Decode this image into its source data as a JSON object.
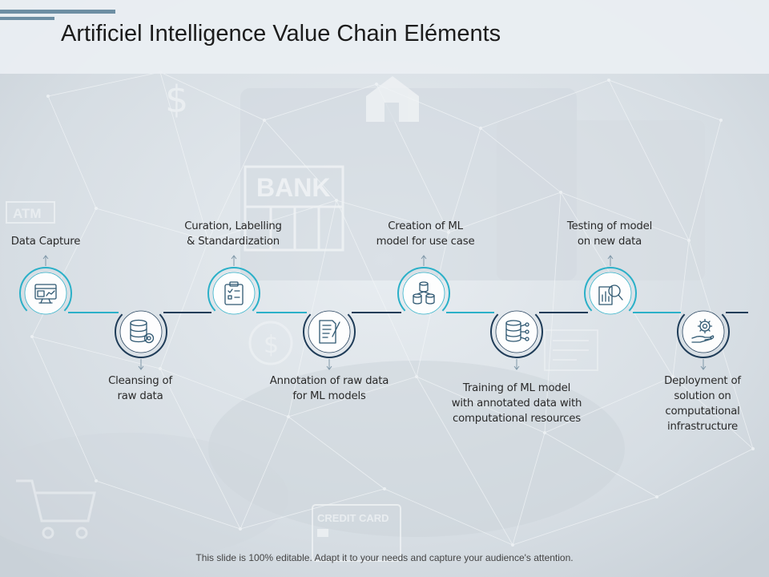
{
  "title": "Artificiel Intelligence Value Chain Eléments",
  "footer": "This slide is 100% editable. Adapt it to your needs and capture your audience's attention.",
  "steps": [
    {
      "lines": [
        "Data Capture"
      ],
      "icon": "monitor-dashboard-icon",
      "position": "top"
    },
    {
      "lines": [
        "Cleansing of",
        "raw data"
      ],
      "icon": "database-gear-icon",
      "position": "bottom"
    },
    {
      "lines": [
        "Curation, Labelling",
        "& Standardization"
      ],
      "icon": "clipboard-checklist-icon",
      "position": "top"
    },
    {
      "lines": [
        "Annotation of raw data",
        "for ML models"
      ],
      "icon": "document-pen-icon",
      "position": "bottom"
    },
    {
      "lines": [
        "Creation of ML",
        "model for use case"
      ],
      "icon": "database-stack-icon",
      "position": "top"
    },
    {
      "lines": [
        "Training of ML model",
        "with annotated data with",
        "computational resources"
      ],
      "icon": "database-network-icon",
      "position": "bottom"
    },
    {
      "lines": [
        "Testing of model",
        "on new data"
      ],
      "icon": "chart-magnifier-icon",
      "position": "top"
    },
    {
      "lines": [
        "Deployment of",
        "solution on",
        "computational",
        "infrastructure"
      ],
      "icon": "hand-gear-icon",
      "position": "bottom"
    }
  ],
  "background_text": {
    "bank": "BANK",
    "atm": "ATM",
    "credit_card": "CREDIT CARD"
  },
  "colors": {
    "teal": "#2bb0c8",
    "navy": "#1f3c58",
    "icon_stroke": "#2f5872"
  }
}
